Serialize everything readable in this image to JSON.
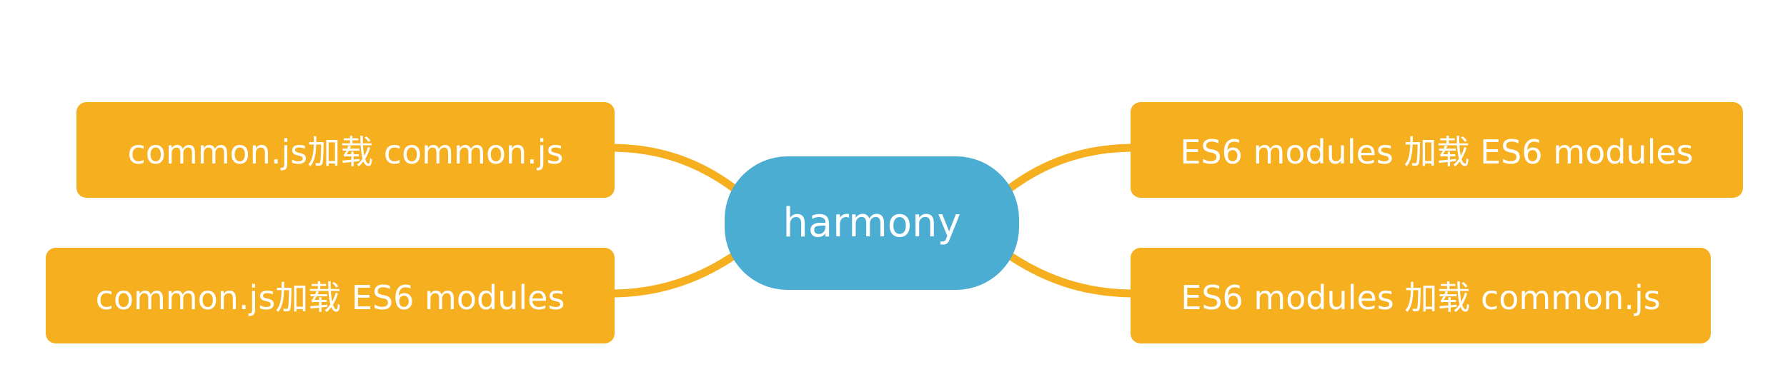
{
  "diagram": {
    "center": {
      "label": "harmony"
    },
    "branches": {
      "top_left": {
        "label": "common.js加载 common.js"
      },
      "bottom_left": {
        "label": "common.js加载 ES6 modules"
      },
      "top_right": {
        "label": "ES6 modules 加载 ES6 modules"
      },
      "bottom_right": {
        "label": "ES6 modules 加载 common.js"
      }
    },
    "colors": {
      "branch_fill": "#F6AF1E",
      "connector": "#F6AF1E",
      "center_fill": "#4BADD2",
      "text": "#FFFFFF"
    }
  }
}
